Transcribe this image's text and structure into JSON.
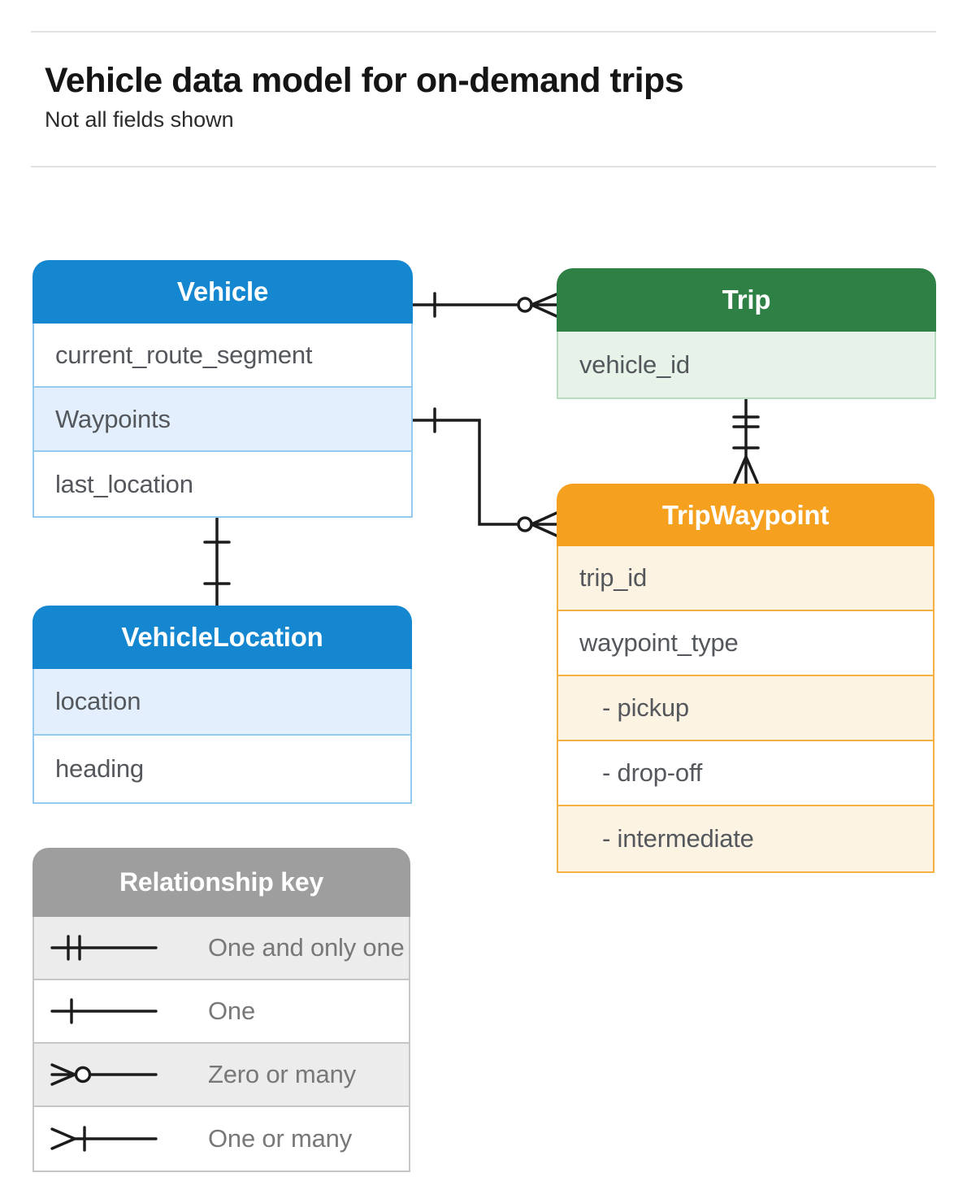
{
  "page": {
    "title": "Vehicle data model for on-demand trips",
    "subtitle": "Not all fields shown"
  },
  "entities": {
    "vehicle": {
      "title": "Vehicle",
      "fields": [
        "current_route_segment",
        "Waypoints",
        "last_location"
      ]
    },
    "trip": {
      "title": "Trip",
      "fields": [
        "vehicle_id"
      ]
    },
    "tripWaypoint": {
      "title": "TripWaypoint",
      "fields": [
        "trip_id",
        "waypoint_type",
        "- pickup",
        "- drop-off",
        "- intermediate"
      ]
    },
    "vehicleLocation": {
      "title": "VehicleLocation",
      "fields": [
        "location",
        "heading"
      ]
    }
  },
  "legend": {
    "title": "Relationship key",
    "items": [
      {
        "symbol": "one-and-only-one",
        "label": "One and only one"
      },
      {
        "symbol": "one",
        "label": "One"
      },
      {
        "symbol": "zero-or-many",
        "label": "Zero or many"
      },
      {
        "symbol": "one-or-many",
        "label": "One or many"
      }
    ]
  },
  "relationships": [
    {
      "from": "Vehicle",
      "to": "Trip",
      "from_cardinality": "one",
      "to_cardinality": "zero-or-many"
    },
    {
      "from": "Vehicle.Waypoints",
      "to": "TripWaypoint",
      "from_cardinality": "one",
      "to_cardinality": "zero-or-many"
    },
    {
      "from": "Trip",
      "to": "TripWaypoint",
      "from_cardinality": "one-and-only-one",
      "to_cardinality": "one-or-many"
    },
    {
      "from": "Vehicle",
      "to": "VehicleLocation",
      "from_cardinality": "one",
      "to_cardinality": "one"
    }
  ],
  "colors": {
    "blue_header": "#1487d0",
    "green_header": "#2e8045",
    "orange_header": "#f6a01f",
    "gray_header": "#9e9e9e",
    "blue_tint": "#e3effc",
    "green_tint": "#e7f2e9",
    "orange_tint": "#fdf3e3",
    "gray_tint": "#ececec",
    "blue_border": "#94c9f0",
    "green_border": "#b9dcc2",
    "orange_border": "#f5b143",
    "gray_border": "#c6c6c6",
    "line": "#1c1c1c",
    "field_text": "#54585c",
    "legend_text": "#787878"
  }
}
